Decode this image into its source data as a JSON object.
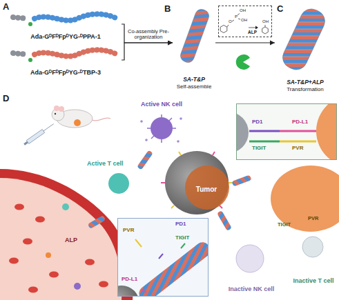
{
  "diagram": {
    "nodes": [
      {
        "text": [
          "Ada-GᴰFᴰFpᴰYG-ᴰPPA-1"
        ]
      },
      {
        "text": [
          "Ada-GᴰFᴰFpᴰYG-ᴰTBP-3"
        ]
      },
      {
        "text": [
          "SA-T&P",
          "Self-assemble"
        ]
      },
      {
        "text": [
          "ALP"
        ]
      },
      {
        "text": [
          "SA-T&P+ALP",
          "Transformation"
        ]
      },
      {
        "text": [
          "Active NK cell"
        ]
      },
      {
        "text": [
          "Active T cell"
        ]
      },
      {
        "text": [
          "Tumor"
        ]
      },
      {
        "text": [
          "Inactive T cell"
        ]
      },
      {
        "text": [
          "Inactive NK cell"
        ]
      },
      {
        "text": [
          "PD1",
          "PD-L1",
          "TIGIT",
          "PVR"
        ]
      },
      {
        "text": [
          "PVR",
          "PD1",
          "TIGIT",
          "PD-L1"
        ]
      }
    ],
    "edges": [
      {
        "from": 0,
        "to": 2,
        "arrow": "to",
        "label": "Co-assembly Pre-organization"
      },
      {
        "from": 1,
        "to": 2,
        "arrow": "to"
      },
      {
        "from": 2,
        "to": 4,
        "arrow": "to"
      }
    ],
    "labels": [
      "A",
      "B",
      "C",
      "D",
      "O",
      "P",
      "OH",
      "OH",
      "OH",
      "ALP",
      "TIGIT",
      "PVR"
    ]
  }
}
